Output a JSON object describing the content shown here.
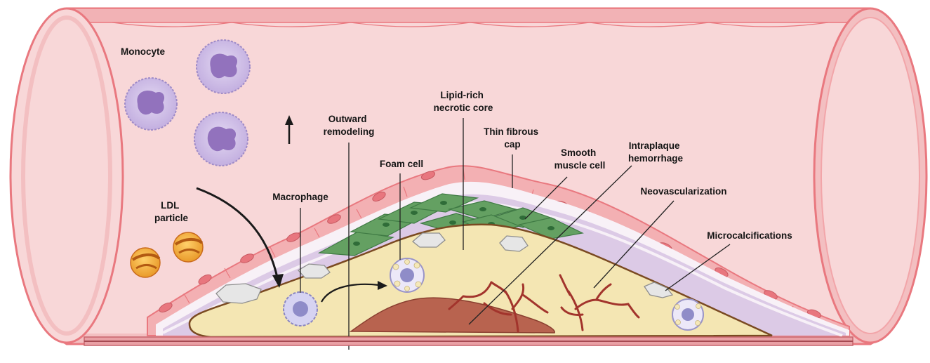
{
  "colors": {
    "vessel_wall": "#f2b6b9",
    "vessel_edge": "#e9787f",
    "lumen": "#f8d7d8",
    "endothelium": "#f3a8ab",
    "endothelium_nucleus": "#e27077",
    "intima_band_light": "#f7f0f7",
    "intima_band_purple": "#d9c6e3",
    "plaque_core": "#f4e6b3",
    "plaque_outline": "#7a4a22",
    "hemorrhage": "#b8634f",
    "neovessel": "#a2342c",
    "smooth_muscle": "#5f9a5e",
    "smooth_muscle_nucleus": "#2e6a37",
    "monocyte": "#cdbbe6",
    "monocyte_nucleus": "#9272bd",
    "ldl_particle": "#f0a738",
    "ldl_band": "#c96a1c",
    "calcification": "#e4e4e4",
    "macrophage": "#d6d3f2"
  },
  "labels": {
    "monocyte": "Monocyte",
    "ldl_line1": "LDL",
    "ldl_line2": "particle",
    "macrophage": "Macrophage",
    "outward_line1": "Outward",
    "outward_line2": "remodeling",
    "foam_cell": "Foam cell",
    "lipid_line1": "Lipid-rich",
    "lipid_line2": "necrotic core",
    "cap_line1": "Thin fibrous",
    "cap_line2": "cap",
    "smc_line1": "Smooth",
    "smc_line2": "muscle cell",
    "hemorrhage_line1": "Intraplaque",
    "hemorrhage_line2": "hemorrhage",
    "neovascularization": "Neovascularization",
    "microcalcifications": "Microcalcifications"
  }
}
